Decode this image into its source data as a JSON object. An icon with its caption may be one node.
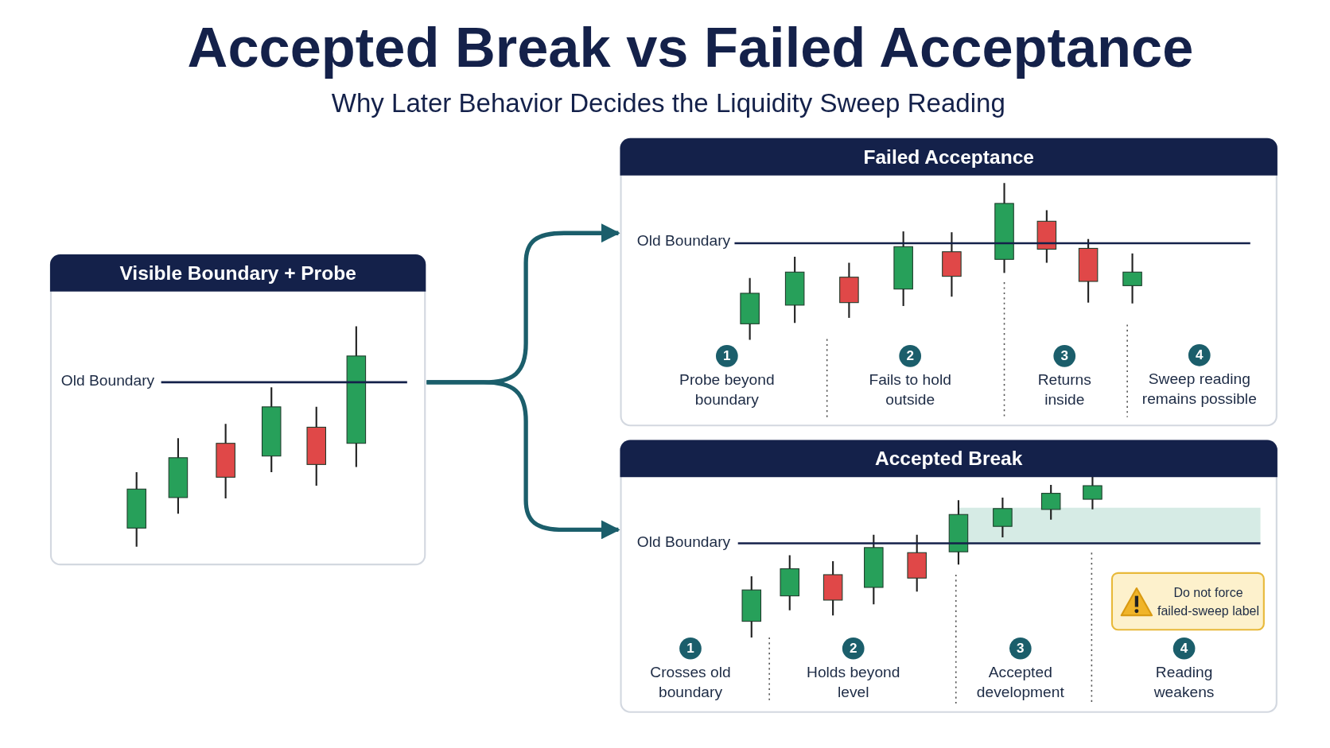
{
  "diagram": {
    "title": "Accepted Break vs Failed Acceptance",
    "nodes": [
      {
        "text": [
          "Visible Boundary + Probe"
        ]
      },
      {
        "text": [
          "Failed Acceptance"
        ]
      },
      {
        "text": [
          "1",
          "Probe beyond boundary"
        ],
        "in": 1
      },
      {
        "text": [
          "2",
          "Fails to hold outside"
        ],
        "in": 1
      },
      {
        "text": [
          "3",
          "Returns inside"
        ],
        "in": 1
      },
      {
        "text": [
          "4",
          "Sweep reading remains possible"
        ],
        "in": 1
      },
      {
        "text": [
          "Accepted Break"
        ]
      },
      {
        "text": [
          "Do not force failed-sweep label"
        ],
        "in": 6
      },
      {
        "text": [
          "1",
          "Crosses old boundary"
        ],
        "in": 6
      },
      {
        "text": [
          "2",
          "Holds beyond level"
        ],
        "in": 6
      },
      {
        "text": [
          "3",
          "Accepted development"
        ],
        "in": 6
      },
      {
        "text": [
          "4",
          "Reading weakens"
        ],
        "in": 6
      }
    ],
    "edges": [
      {
        "from": 0,
        "to": 1,
        "arrow": "to"
      },
      {
        "from": 0,
        "to": 6,
        "arrow": "to"
      }
    ],
    "labels": [
      "Why Later Behavior Decides the Liquidity Sweep Reading",
      "Old Boundary",
      "Old Boundary",
      "Old Boundary"
    ]
  }
}
